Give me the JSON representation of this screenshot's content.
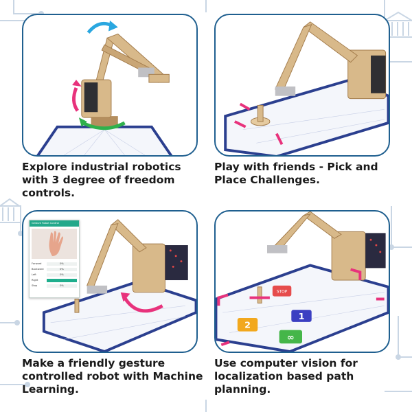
{
  "captions": [
    {
      "line1": "Explore industrial robotics",
      "line2": "with 3 degree of freedom",
      "line3": "controls."
    },
    {
      "line1": "Play with friends - Pick and",
      "line2": "Place Challenges.",
      "line3": ""
    },
    {
      "line1": "Make a friendly gesture",
      "line2": "controlled robot with Machine",
      "line3": "Learning."
    },
    {
      "line1": "Use computer vision for",
      "line2": "localization based path",
      "line3": "planning."
    }
  ],
  "gesture_app": {
    "title": "Gesture Robot Control",
    "rows": [
      {
        "label": "Forward",
        "value": "0%"
      },
      {
        "label": "Backward",
        "value": "0%"
      },
      {
        "label": "Left",
        "value": "0%"
      },
      {
        "label": "Right",
        "value": "",
        "selected": true
      },
      {
        "label": "Stop",
        "value": "0%"
      }
    ]
  },
  "board_cards": [
    {
      "label": "2",
      "color": "#f2a81d"
    },
    {
      "label": "1",
      "color": "#3b3fc2"
    },
    {
      "label": "∞",
      "color": "#45b649"
    },
    {
      "label": "STOP",
      "color": "#e64c4c"
    }
  ],
  "colors": {
    "card_border": "#1f5f8f",
    "wood": "#d8b98a",
    "wood_dark": "#b48e5e",
    "mat_border": "#2b3f8f",
    "marker_pink": "#e8327c",
    "rotate_blue": "#2aa7e0",
    "rotate_green": "#2fb14c",
    "circuit_line": "#c9d6e4"
  }
}
